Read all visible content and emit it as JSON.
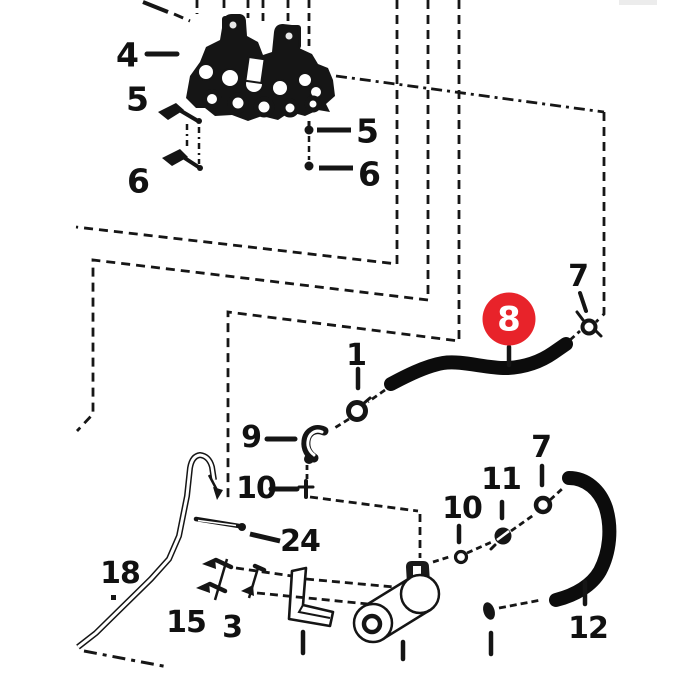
{
  "diagram": {
    "type": "exploded-parts-diagram",
    "colors": {
      "background": "#ffffff",
      "line": "#161616",
      "highlight": "#e8232a",
      "highlight_text": "#ffffff"
    },
    "highlighted_part": "8",
    "callouts": {
      "c4": "4",
      "c5l": "5",
      "c6l": "6",
      "c5r": "5",
      "c6r": "6",
      "c7top": "7",
      "c8": "8",
      "c1": "1",
      "c9": "9",
      "c10l": "10",
      "c24": "24",
      "c18": "18",
      "c15": "15",
      "c3": "3",
      "c10r": "10",
      "c11": "11",
      "c7r": "7",
      "c12": "12"
    }
  }
}
